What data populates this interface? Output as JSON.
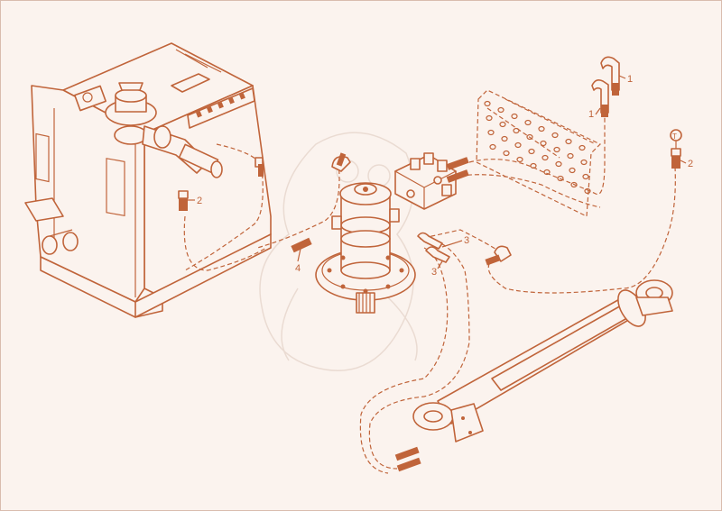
{
  "colors": {
    "ink": "#c0643a",
    "background": "#fbf3ee"
  },
  "callouts": [
    {
      "id": "c1a",
      "text": "1"
    },
    {
      "id": "c1b",
      "text": "1"
    },
    {
      "id": "c2a",
      "text": "2"
    },
    {
      "id": "c2b",
      "text": "2"
    },
    {
      "id": "c3a",
      "text": "3"
    },
    {
      "id": "c3b",
      "text": "3"
    },
    {
      "id": "c4",
      "text": "4"
    },
    {
      "id": "cT",
      "text": "T"
    }
  ]
}
